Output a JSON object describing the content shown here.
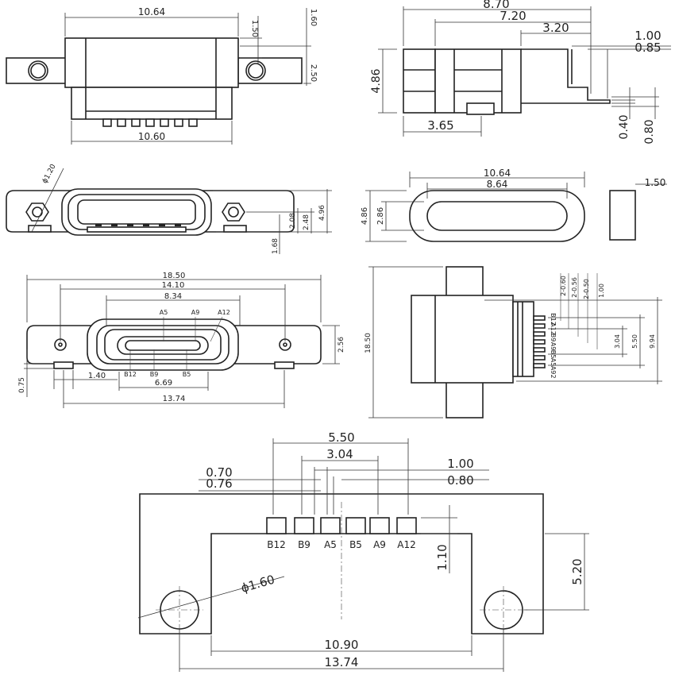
{
  "view1": {
    "width_top": "10.64",
    "width_bottom": "10.60",
    "dim_150": "1.50",
    "dim_160": "1.60",
    "dim_250": "2.50"
  },
  "view2": {
    "width_870": "8.70",
    "width_720": "7.20",
    "dim_320": "3.20",
    "dim_100": "1.00",
    "dim_085": "0.85",
    "height_486": "4.86",
    "dim_365": "3.65",
    "dim_040": "0.40",
    "dim_080": "0.80"
  },
  "view3": {
    "hole": "ϕ1.20",
    "dim_208": "2.08",
    "dim_248": "2.48",
    "dim_496": "4.96",
    "dim_168": "1.68"
  },
  "view4": {
    "outer": "10.64",
    "inner": "8.64",
    "height_486": "4.86",
    "height_286": "2.86",
    "thickness": "1.50"
  },
  "view5": {
    "dim_1850": "18.50",
    "dim_1410": "14.10",
    "dim_834": "8.34",
    "pins_top": [
      "A5",
      "A9",
      "A12"
    ],
    "pins_bottom": [
      "B12",
      "B9",
      "B5"
    ],
    "dim_256": "2.56",
    "dim_075": "0.75",
    "dim_140": "1.40",
    "dim_669": "6.69",
    "dim_1374": "13.74"
  },
  "view6": {
    "height_1850": "18.50",
    "dim_060": "2-0.60",
    "dim_056": "2-0.56",
    "dim_050": "2-0.50",
    "dim_100": "1.00",
    "dim_304": "3.04",
    "dim_550": "5.50",
    "dim_994": "9.94",
    "pin_labels": [
      "B12",
      "A12",
      "B9",
      "A9",
      "B5",
      "A5",
      "A9",
      "2"
    ]
  },
  "view7": {
    "dim_550": "5.50",
    "dim_304": "3.04",
    "dim_100": "1.00",
    "dim_070": "0.70",
    "dim_080": "0.80",
    "dim_076": "0.76",
    "pins": [
      "B12",
      "B9",
      "A5",
      "B5",
      "A9",
      "A12"
    ],
    "dim_110": "1.10",
    "dim_520": "5.20",
    "hole": "ϕ1.60",
    "dim_1090": "10.90",
    "dim_1374": "13.74"
  }
}
